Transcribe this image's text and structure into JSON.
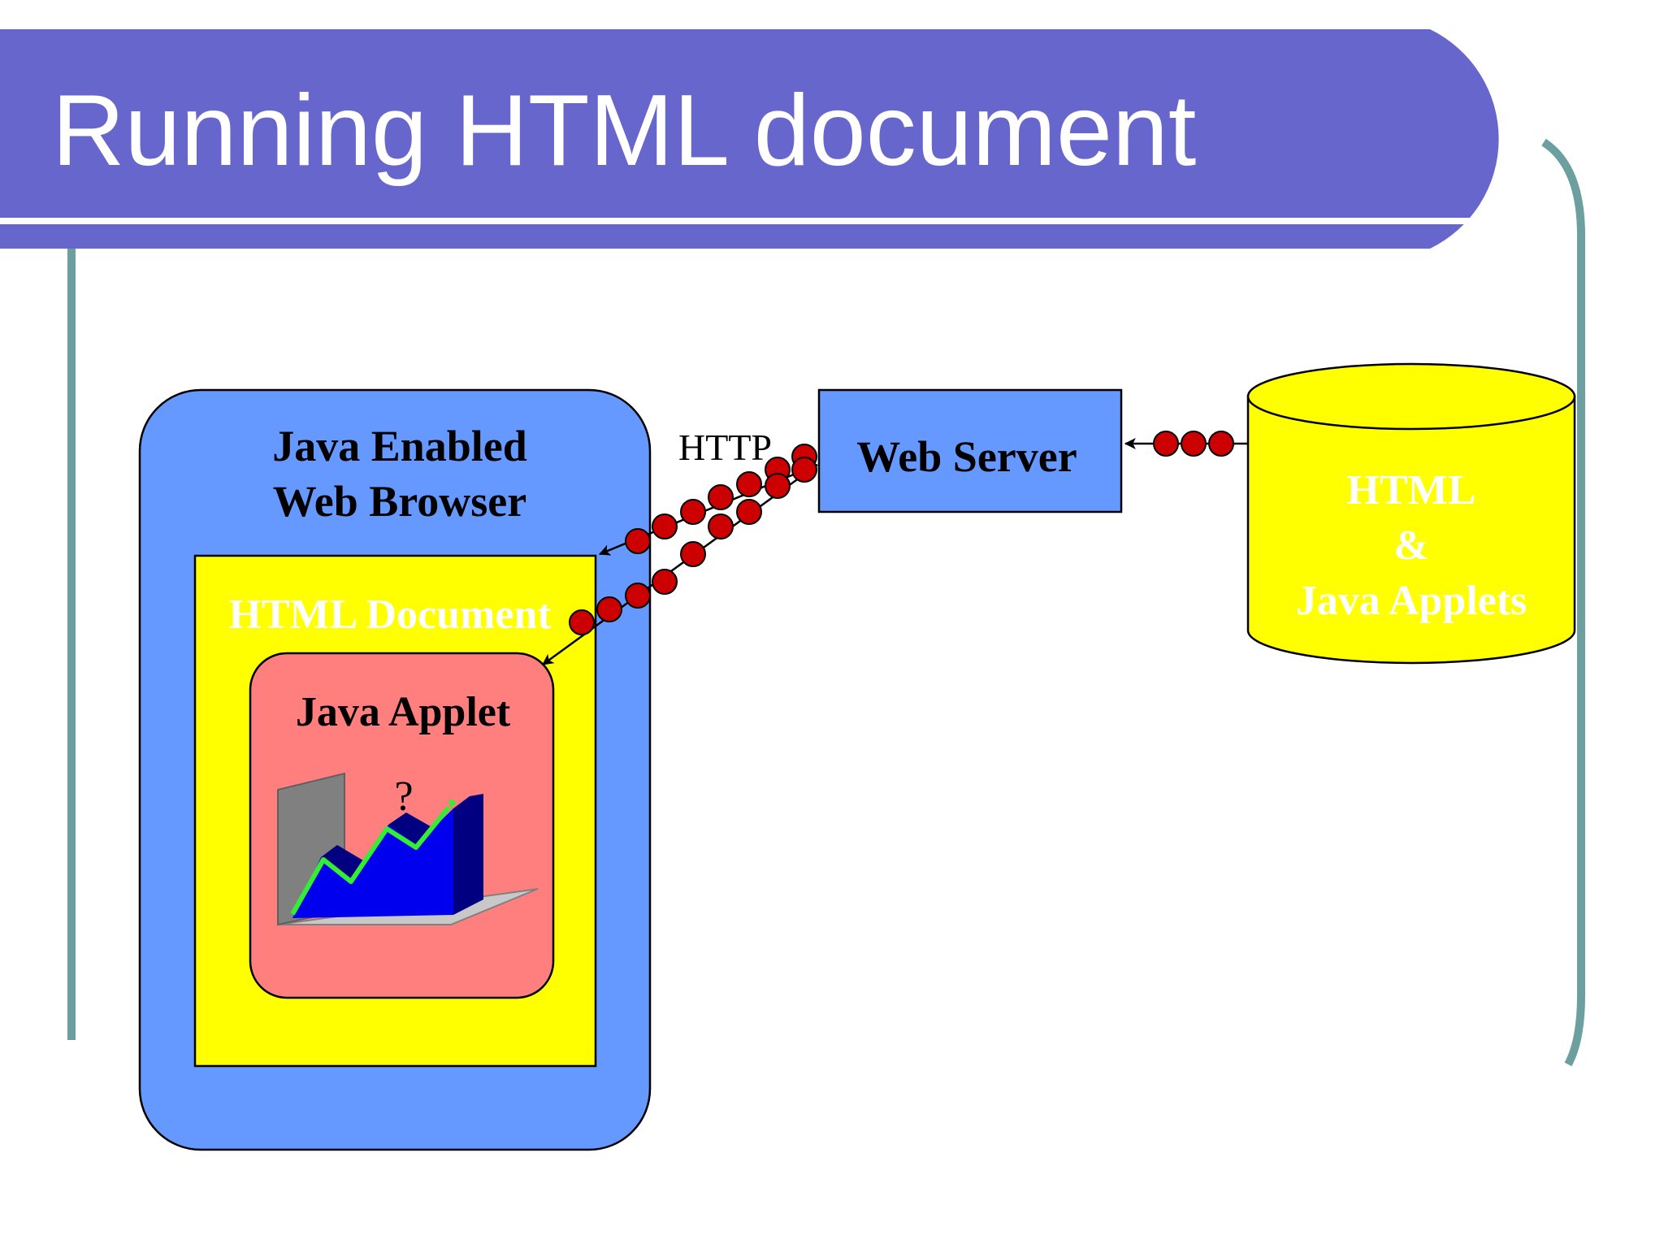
{
  "slide": {
    "title": "Running HTML document"
  },
  "diagram": {
    "browser": {
      "line1": "Java Enabled",
      "line2": "Web Browser"
    },
    "html_document_label": "HTML Document",
    "applet_label": "Java Applet",
    "applet_question": "?",
    "protocol_label": "HTTP",
    "server_label": "Web Server",
    "storage": {
      "line1": "HTML",
      "line2": "&",
      "line3": "Java Applets"
    },
    "icons": {
      "applet_chart": "rising-3d-chart-icon",
      "packets": "red-dot-packet-icon"
    },
    "colors": {
      "title_band": "#6666CC",
      "frame_teal": "#6B9FA0",
      "browser_box": "#6699FF",
      "html_document": "#FFFF00",
      "applet_box": "#FF7F7F",
      "server_box": "#6699FF",
      "storage_cylinder": "#FFFF00",
      "packet_dot": "#CC0000",
      "chart_trend": "#33EE33"
    }
  }
}
